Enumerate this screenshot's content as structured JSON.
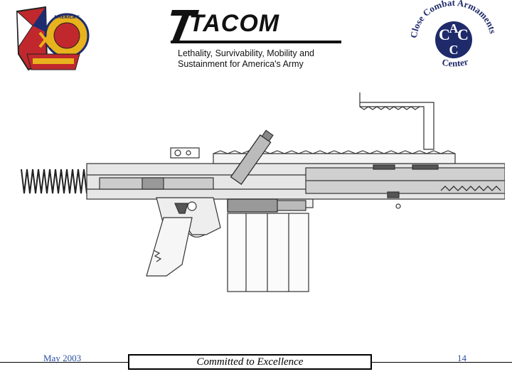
{
  "header": {
    "brand": "TACOM",
    "tagline_line1": "Lethality, Survivability, Mobility and",
    "tagline_line2": "Sustainment for America's Army",
    "left_emblem_text": "AMERICA'S ARSENAL",
    "right_logo_text_top": "Close Combat Armaments",
    "right_logo_text_bottom": "Center",
    "right_logo_letters": "CACC"
  },
  "figure": {
    "icon": "rifle-cutaway-diagram-icon",
    "color_line": "#333333",
    "color_fill": "#d9d9d9"
  },
  "footer": {
    "date": "May 2003",
    "motto": "Committed to Excellence",
    "page_number": "14"
  },
  "colors": {
    "footer_text": "#2a4fa0",
    "right_logo_navy": "#1f2a6b",
    "left_logo_red": "#c0282d",
    "left_logo_gold": "#e8b21c"
  }
}
